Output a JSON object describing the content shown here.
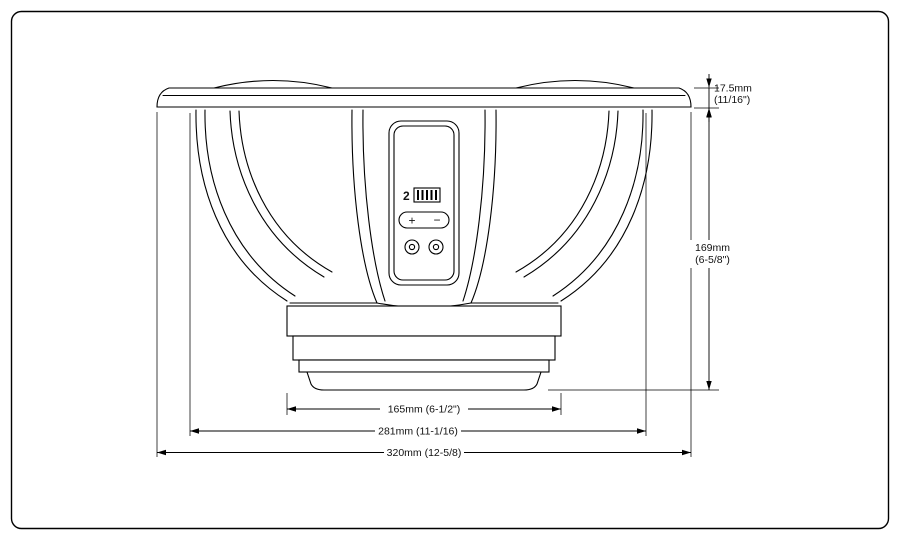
{
  "page": {
    "background": "#ffffff",
    "line_color": "#000000"
  },
  "speaker": {
    "terminal_plate": {
      "logo_text": "2",
      "positive_label": "+",
      "negative_label": "−"
    }
  },
  "dimensions": {
    "flange_thickness": {
      "value": "17.5mm",
      "fraction": "(11/16\")"
    },
    "mounting_depth": {
      "value": "169mm",
      "fraction": "(6-5/8\")"
    },
    "magnet_diameter": {
      "label": "165mm (6-1/2\")"
    },
    "cutout_diameter": {
      "label": "281mm (11-1/16)"
    },
    "overall_diameter": {
      "label": "320mm (12-5/8)"
    }
  }
}
